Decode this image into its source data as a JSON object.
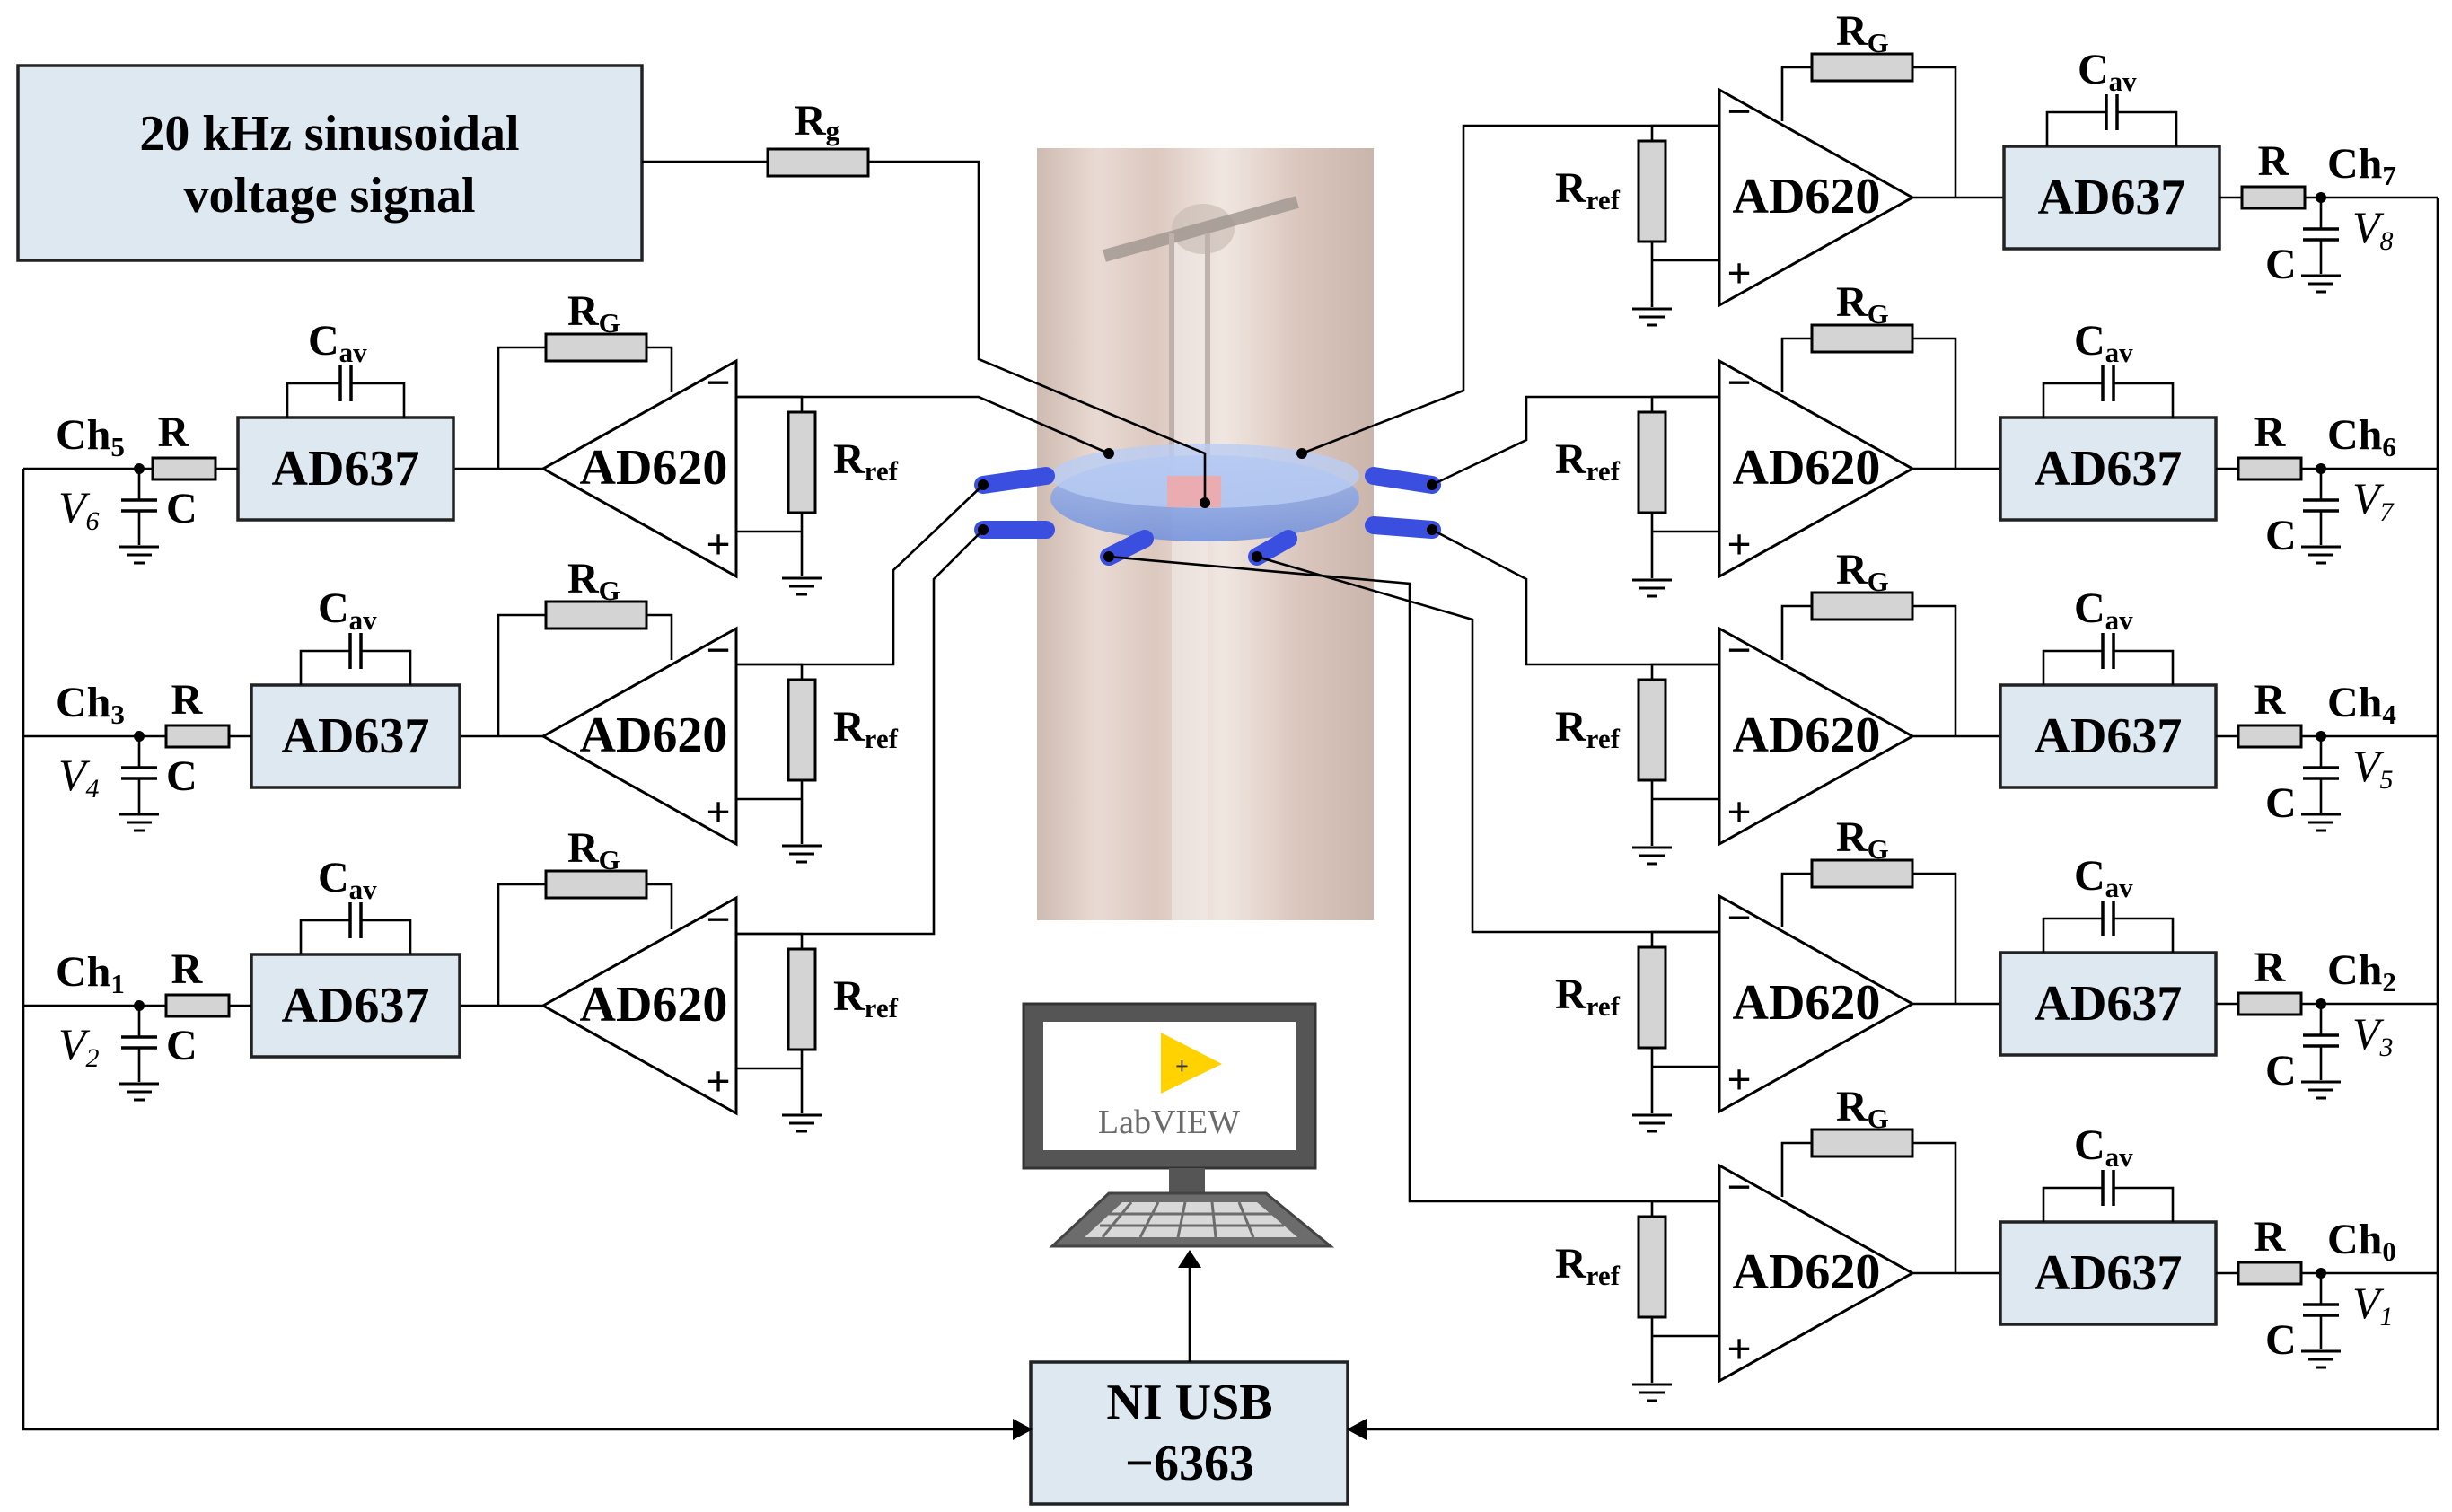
{
  "source": {
    "line1": "20 kHz sinusoidal",
    "line2": "voltage signal"
  },
  "rg": {
    "main": "R",
    "sub": "g"
  },
  "daq": {
    "line1": "NI USB",
    "line2": "−6363"
  },
  "software": {
    "name": "LabVIEW"
  },
  "parts": {
    "amp": "AD620",
    "rms": "AD637",
    "gain_res": {
      "main": "R",
      "sub": "G"
    },
    "avg_cap": {
      "main": "C",
      "sub": "av"
    },
    "ref_res": {
      "main": "R",
      "sub": "ref"
    },
    "filter_res": "R",
    "filter_cap": "C",
    "minus": "−",
    "plus": "+"
  },
  "left_channels": [
    {
      "ch": "Ch",
      "ch_sub": "5",
      "v": "V",
      "v_sub": "6"
    },
    {
      "ch": "Ch",
      "ch_sub": "3",
      "v": "V",
      "v_sub": "4"
    },
    {
      "ch": "Ch",
      "ch_sub": "1",
      "v": "V",
      "v_sub": "2"
    }
  ],
  "right_channels": [
    {
      "ch": "Ch",
      "ch_sub": "7",
      "v": "V",
      "v_sub": "8"
    },
    {
      "ch": "Ch",
      "ch_sub": "6",
      "v": "V",
      "v_sub": "7"
    },
    {
      "ch": "Ch",
      "ch_sub": "4",
      "v": "V",
      "v_sub": "5"
    },
    {
      "ch": "Ch",
      "ch_sub": "2",
      "v": "V",
      "v_sub": "3"
    },
    {
      "ch": "Ch",
      "ch_sub": "0",
      "v": "V",
      "v_sub": "1"
    }
  ],
  "colors": {
    "box_fill": "#dde8f1",
    "resistor": "#d4d4d4",
    "electrode": "#3a4fe0",
    "pipe": "#d9c6bd",
    "logo": "#ffd200"
  }
}
